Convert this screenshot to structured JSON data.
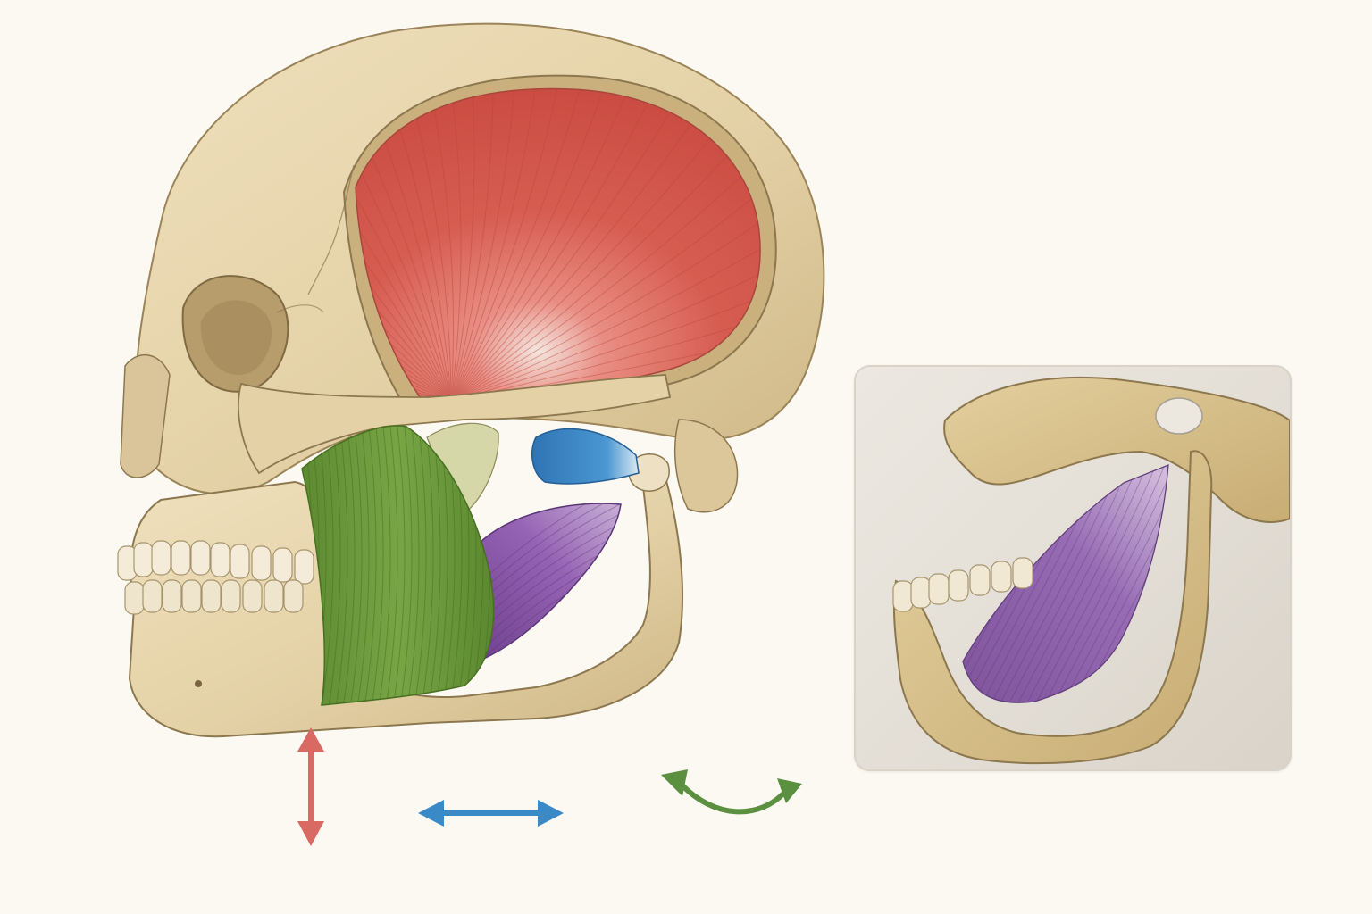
{
  "colors": {
    "background": "#fcf9f3",
    "bone": "#e6d4ac",
    "bone_shadow": "#c9b282",
    "bone_outline": "#8c774e",
    "temporalis": "#d6574c",
    "masseter": "#6e9a3e",
    "lateral_pterygoid": "#3b86c4",
    "medial_pterygoid": "#8a5aa6",
    "arrow_vertical": "#d86a63",
    "arrow_horizontal": "#3a8ac8",
    "arrow_curved": "#5a9040"
  },
  "figure": {
    "main_view": "skull-lateral-view",
    "inset_view": "mandible-medial-view"
  },
  "legend_arrows": [
    {
      "id": "vertical",
      "direction": "up-down",
      "color_key": "arrow_vertical"
    },
    {
      "id": "horizontal",
      "direction": "left-right",
      "color_key": "arrow_horizontal"
    },
    {
      "id": "curved",
      "direction": "side-to-side-arc",
      "color_key": "arrow_curved"
    }
  ]
}
